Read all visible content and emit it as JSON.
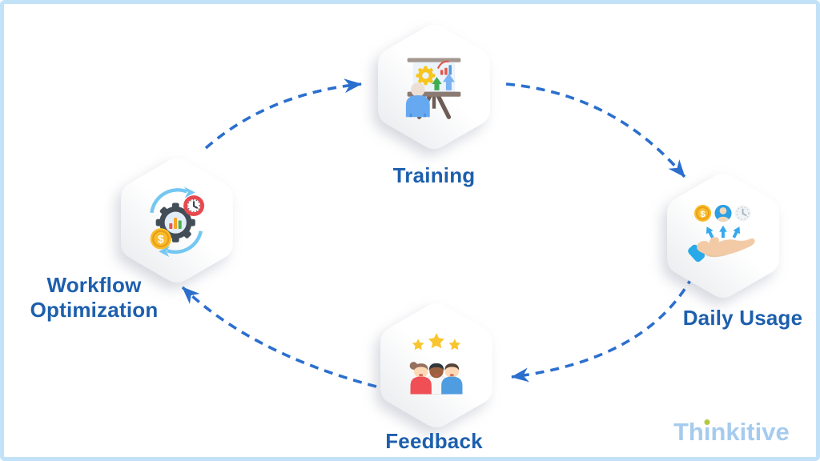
{
  "diagram": {
    "type": "cycle",
    "nodes": [
      {
        "id": "training",
        "label": "Training",
        "icon": "presentation-board-icon"
      },
      {
        "id": "daily-usage",
        "label": "Daily Usage",
        "icon": "hand-offering-benefits-icon"
      },
      {
        "id": "feedback",
        "label": "Feedback",
        "icon": "people-rating-stars-icon"
      },
      {
        "id": "workflow-optimization",
        "label": "Workflow Optimization",
        "icon": "gear-time-money-icon"
      }
    ],
    "flow_order": [
      "training",
      "daily-usage",
      "feedback",
      "workflow-optimization"
    ]
  },
  "icons": {
    "dollar_symbol": "$"
  },
  "branding": {
    "logo_text": "Thinkitive",
    "logo_part1": "Th",
    "logo_dotless_i": "ı",
    "logo_part2": "nkitive"
  },
  "colors": {
    "frame_border": "#c2e2f8",
    "arrow_blue": "#2b6fce",
    "label_blue": "#1d5fad",
    "logo_blue": "#a5cbee",
    "logo_dot_green": "#b2c93e",
    "hexagon_fill_top": "#ffffff",
    "hexagon_fill_bottom": "#e9ebee"
  }
}
